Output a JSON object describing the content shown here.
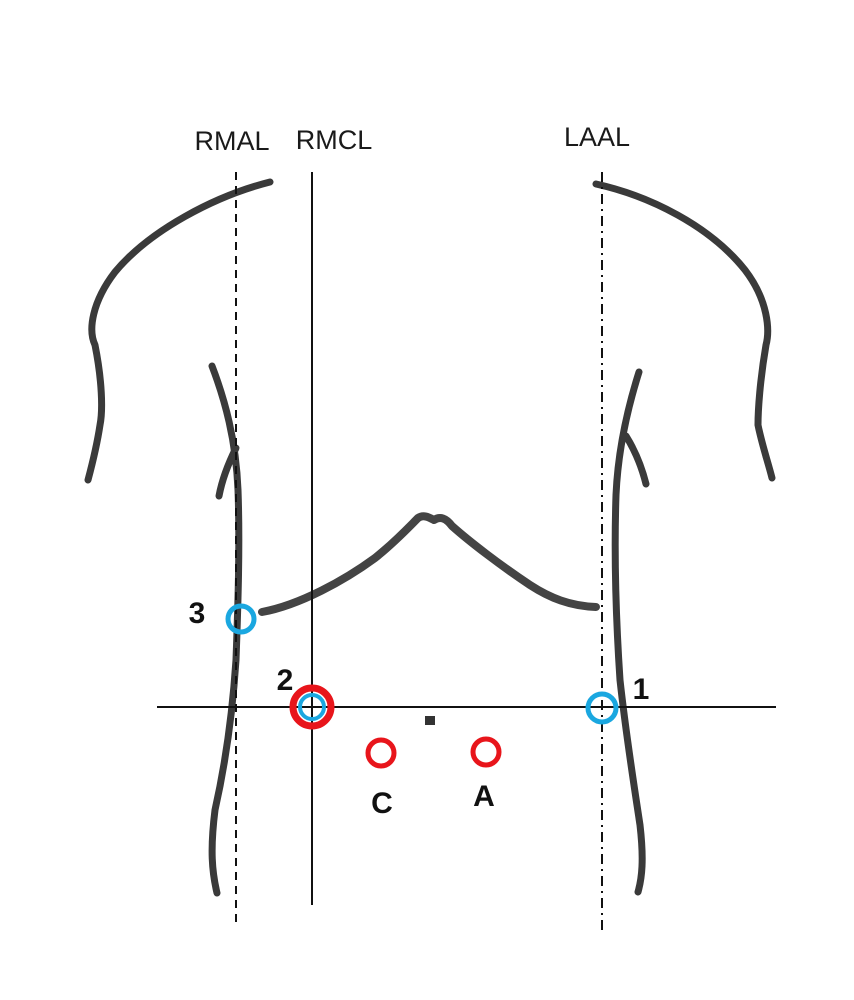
{
  "reference_lines": {
    "rmal": {
      "label": "RMAL"
    },
    "rmcl": {
      "label": "RMCL"
    },
    "laal": {
      "label": "LAAL"
    }
  },
  "ports": {
    "port_1": {
      "label": "1",
      "color": "#1aa7e0"
    },
    "port_2": {
      "label": "2",
      "color": "#1aa7e0"
    },
    "port_3": {
      "label": "3",
      "color": "#1aa7e0"
    },
    "port_a": {
      "label": "A",
      "color": "#e8151b"
    },
    "port_c": {
      "label": "C",
      "color": "#e8151b"
    },
    "port_2_outer": {
      "color": "#e8151b"
    }
  },
  "colors": {
    "outline": "#3a3a3a",
    "line": "#111111"
  }
}
